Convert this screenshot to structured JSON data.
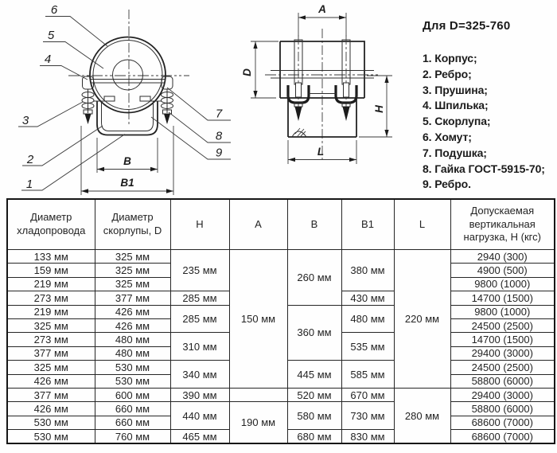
{
  "colors": {
    "ink": "#1b1b1b",
    "paper": "#fefefe"
  },
  "legend": {
    "title": "Для D=325-760",
    "items": [
      "1. Корпус;",
      "2. Ребро;",
      "3. Прушина;",
      "4. Шпилька;",
      "5. Скорлупа;",
      "6. Хомут;",
      "7. Подушка;",
      "8. Гайка ГОСТ-5915-70;",
      "9. Ребро."
    ]
  },
  "drawings": {
    "front": {
      "callouts": [
        "1",
        "2",
        "3",
        "4",
        "5",
        "6",
        "7",
        "8",
        "9"
      ],
      "dim_b": "В",
      "dim_b1": "В1"
    },
    "side": {
      "dim_a": "A",
      "dim_d": "D",
      "dim_h": "H",
      "dim_l": "L"
    }
  },
  "table": {
    "headers": [
      "Диаметр хладопровода",
      "Диаметр скорлупы, D",
      "H",
      "A",
      "B",
      "B1",
      "L",
      "Допускаемая вертикальная нагрузка, Н (кгс)"
    ],
    "rows": [
      [
        {
          "v": "133 мм"
        },
        {
          "v": "325 мм"
        },
        {
          "v": "235 мм",
          "rs": 3
        },
        {
          "v": "150 мм",
          "rs": 10
        },
        {
          "v": "260 мм",
          "rs": 4
        },
        {
          "v": "380 мм",
          "rs": 3
        },
        {
          "v": "220 мм",
          "rs": 10
        },
        {
          "v": "2940 (300)"
        }
      ],
      [
        {
          "v": "159 мм"
        },
        {
          "v": "325 мм"
        },
        {
          "v": "4900 (500)"
        }
      ],
      [
        {
          "v": "219 мм"
        },
        {
          "v": "325 мм"
        },
        {
          "v": "9800 (1000)"
        }
      ],
      [
        {
          "v": "273 мм"
        },
        {
          "v": "377 мм"
        },
        {
          "v": "285 мм"
        },
        {
          "v": "430 мм"
        },
        {
          "v": "14700 (1500)"
        }
      ],
      [
        {
          "v": "219 мм"
        },
        {
          "v": "426 мм"
        },
        {
          "v": "285 мм",
          "rs": 2
        },
        {
          "v": "360 мм",
          "rs": 4
        },
        {
          "v": "480 мм",
          "rs": 2
        },
        {
          "v": "9800 (1000)"
        }
      ],
      [
        {
          "v": "325 мм"
        },
        {
          "v": "426 мм"
        },
        {
          "v": "24500 (2500)"
        }
      ],
      [
        {
          "v": "273 мм"
        },
        {
          "v": "480 мм"
        },
        {
          "v": "310 мм",
          "rs": 2
        },
        {
          "v": "535 мм",
          "rs": 2
        },
        {
          "v": "14700 (1500)"
        }
      ],
      [
        {
          "v": "377 мм"
        },
        {
          "v": "480 мм"
        },
        {
          "v": "29400 (3000)"
        }
      ],
      [
        {
          "v": "325 мм"
        },
        {
          "v": "530 мм"
        },
        {
          "v": "340 мм",
          "rs": 2
        },
        {
          "v": "445 мм",
          "rs": 2
        },
        {
          "v": "585 мм",
          "rs": 2
        },
        {
          "v": "24500 (2500)"
        }
      ],
      [
        {
          "v": "426 мм"
        },
        {
          "v": "530 мм"
        },
        {
          "v": "58800 (6000)"
        }
      ],
      [
        {
          "v": "377 мм"
        },
        {
          "v": "600 мм"
        },
        {
          "v": "390 мм"
        },
        {
          "v": ""
        },
        {
          "v": "520 мм"
        },
        {
          "v": "670 мм"
        },
        {
          "v": "280 мм",
          "rs": 4
        },
        {
          "v": "29400 (3000)"
        }
      ],
      [
        {
          "v": "426 мм"
        },
        {
          "v": "660 мм"
        },
        {
          "v": "440 мм",
          "rs": 2
        },
        {
          "v": "190 мм",
          "rs": 3
        },
        {
          "v": "580 мм",
          "rs": 2
        },
        {
          "v": "730 мм",
          "rs": 2
        },
        {
          "v": "58800 (6000)"
        }
      ],
      [
        {
          "v": "530 мм"
        },
        {
          "v": "660 мм"
        },
        {
          "v": "68600 (7000)"
        }
      ],
      [
        {
          "v": "530 мм"
        },
        {
          "v": "760 мм"
        },
        {
          "v": "465 мм"
        },
        {
          "v": "680 мм"
        },
        {
          "v": "830 мм"
        },
        {
          "v": "68600 (7000)"
        }
      ]
    ]
  }
}
